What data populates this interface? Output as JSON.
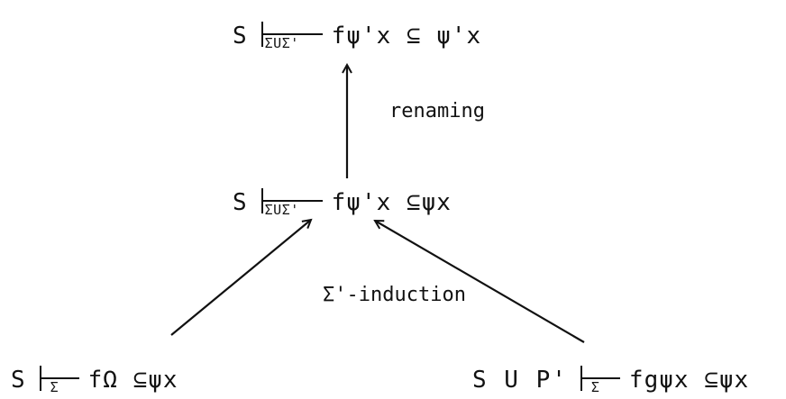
{
  "nodes": {
    "top": {
      "context": "S",
      "signature": "ΣUΣ'",
      "formula": "fψ'x ⊆ ψ'x"
    },
    "middle": {
      "context": "S",
      "signature": "ΣUΣ'",
      "formula": "fψ'x ⊆ψx"
    },
    "bottom_left": {
      "context": "S",
      "signature": "Σ",
      "formula": "fΩ  ⊆ψx"
    },
    "bottom_right": {
      "context": "S U P'",
      "signature": "Σ",
      "formula": "fgψx ⊆ψx"
    }
  },
  "edges": [
    {
      "from": "middle",
      "to": "top",
      "label": "renaming"
    },
    {
      "from": "bottom_left",
      "to": "middle",
      "label": ""
    },
    {
      "from": "bottom_right",
      "to": "middle",
      "label": "Σ'-induction"
    }
  ]
}
